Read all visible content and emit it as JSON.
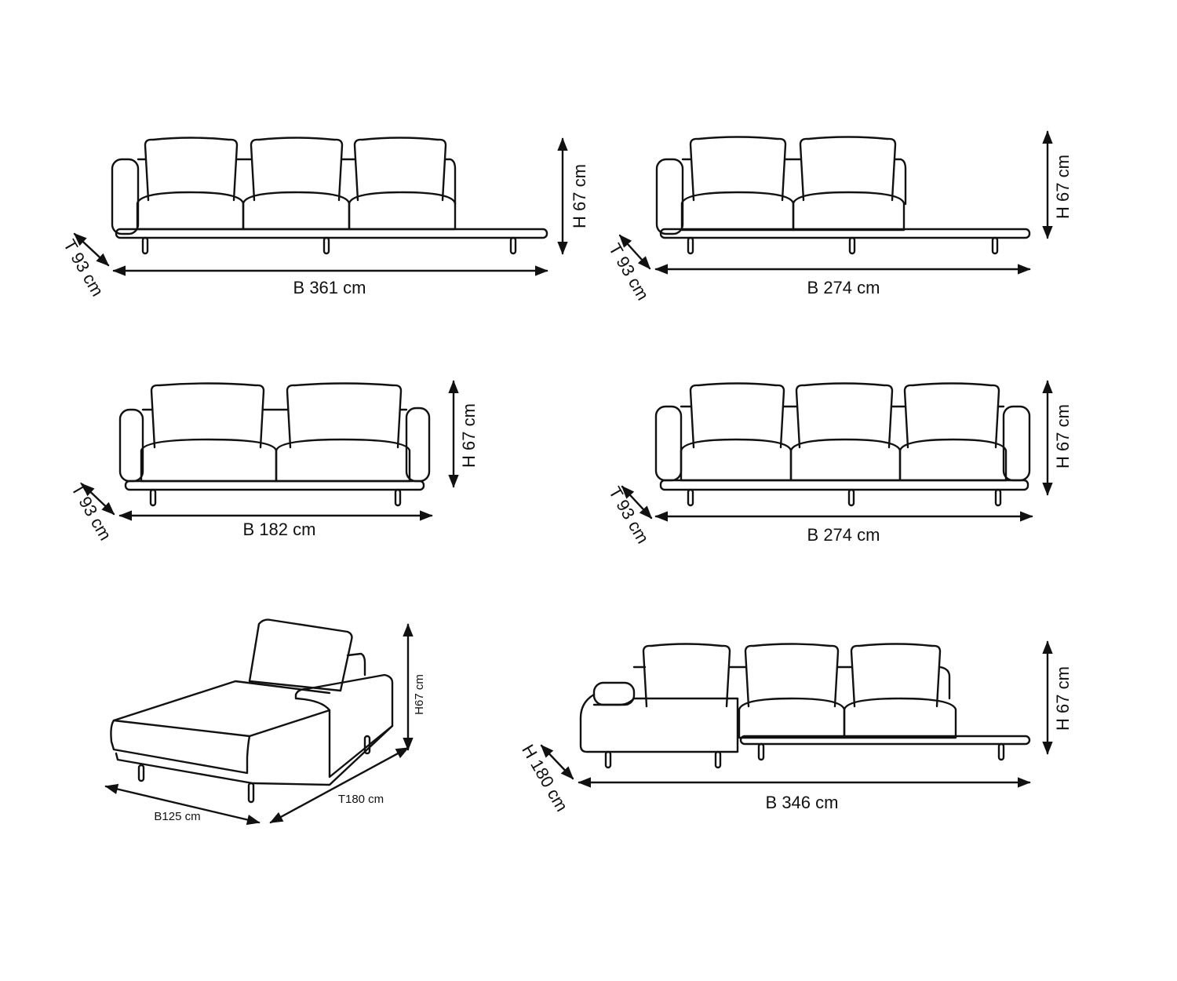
{
  "diagrams": [
    {
      "name": "sofa-3-seat-platform-left-arm",
      "depth": "T 93 cm",
      "width": "B 361 cm",
      "height": "H 67 cm"
    },
    {
      "name": "sofa-2-seat-platform-left-arm",
      "depth": "T 93 cm",
      "width": "B 274 cm",
      "height": "H 67 cm"
    },
    {
      "name": "sofa-2-seat-two-arms",
      "depth": "T 93 cm",
      "width": "B 182 cm",
      "height": "H 67 cm"
    },
    {
      "name": "sofa-3-seat-two-arms",
      "depth": "T 93 cm",
      "width": "B 274 cm",
      "height": "H 67 cm"
    },
    {
      "name": "chaise-longue",
      "width": "B125 cm",
      "depth": "T180 cm",
      "height": "H67 cm"
    },
    {
      "name": "corner-sofa-chaise-platform",
      "depth": "H 180 cm",
      "width": "B 346 cm",
      "height": "H 67 cm"
    }
  ]
}
